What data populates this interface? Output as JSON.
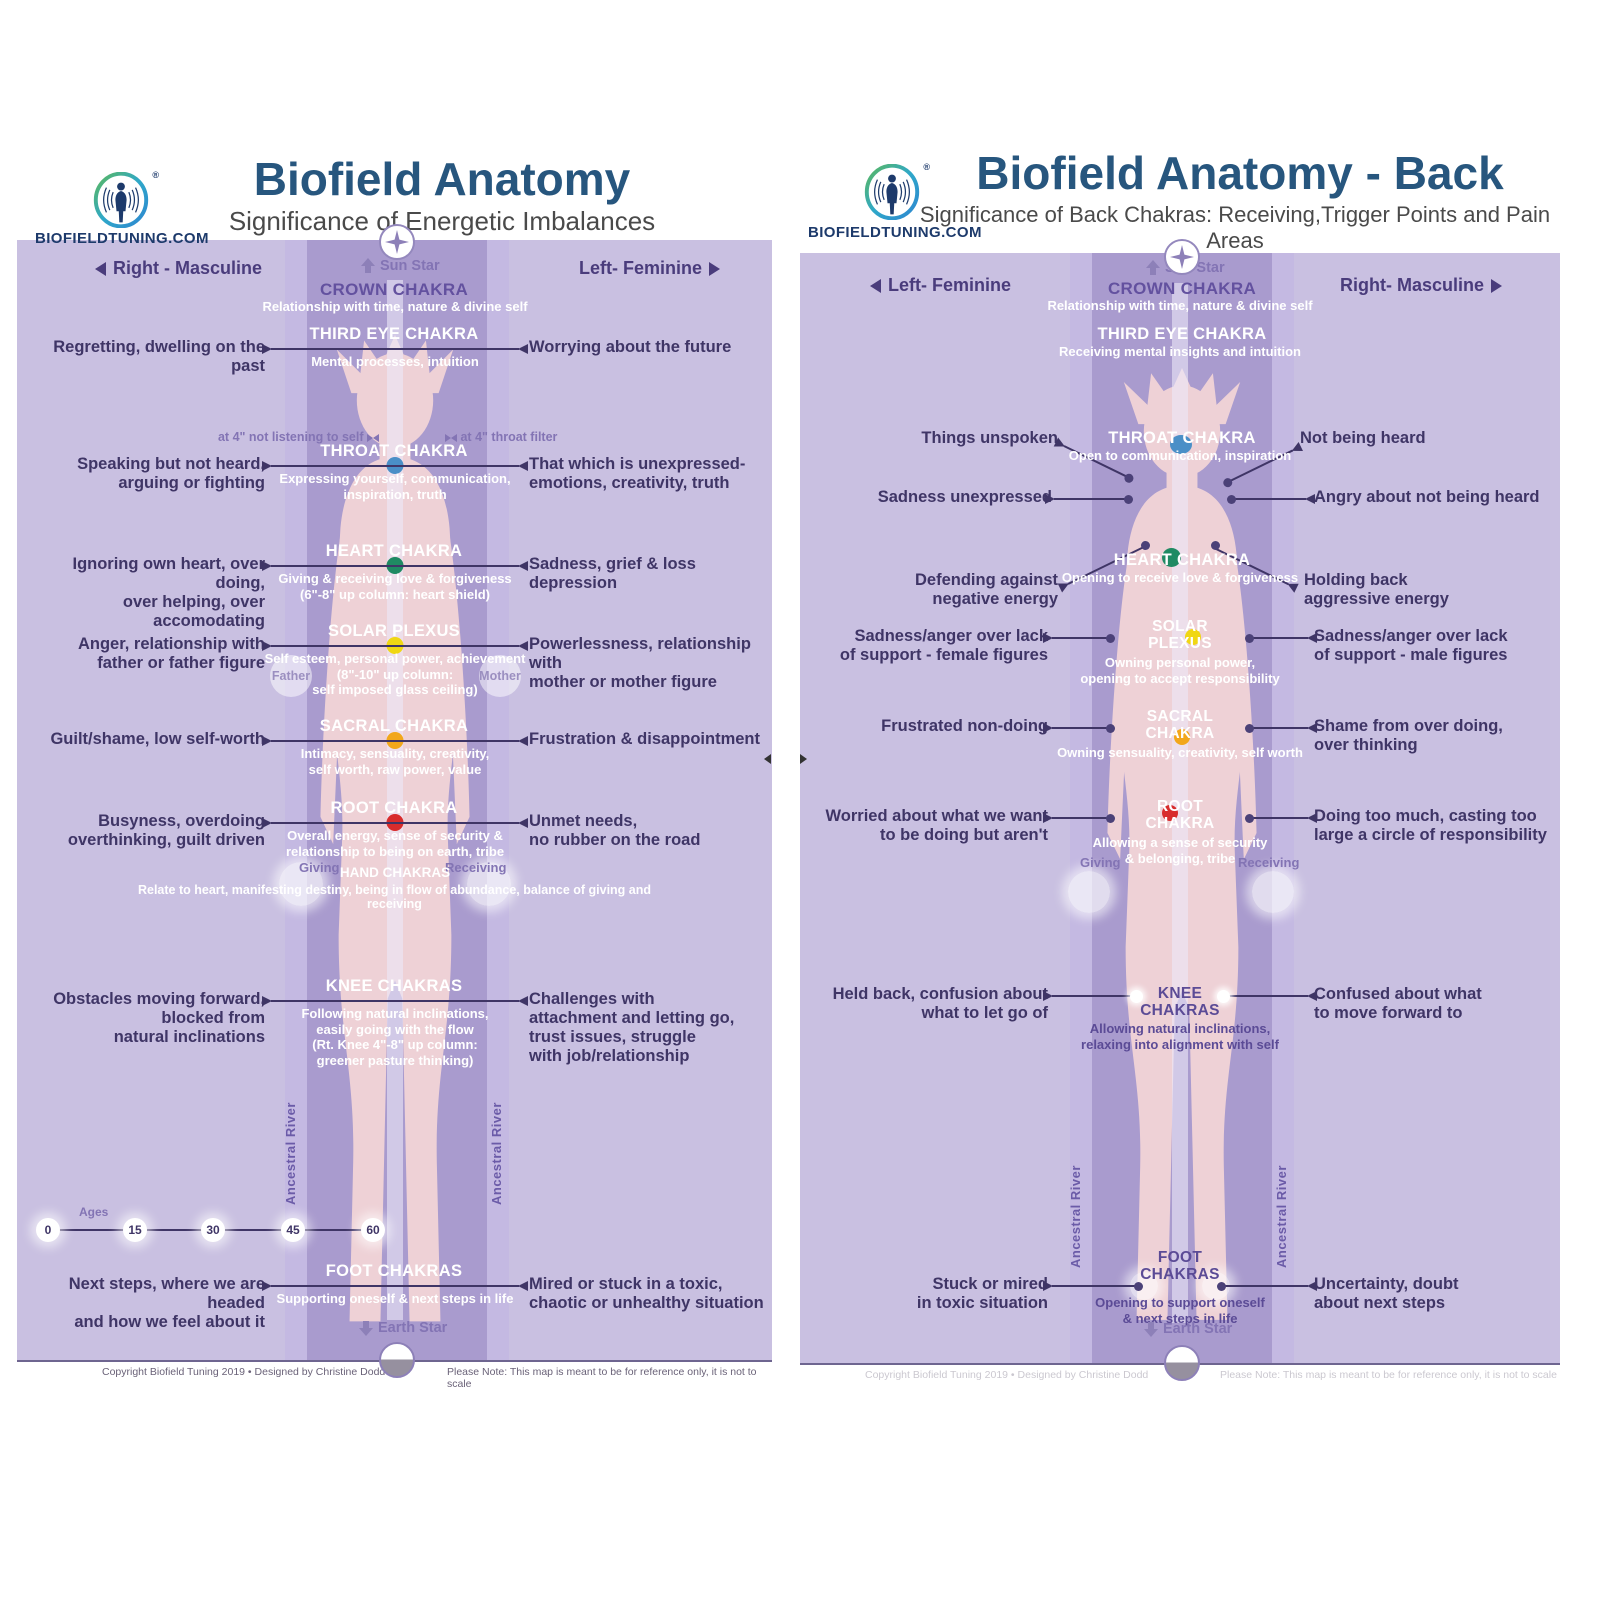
{
  "front": {
    "logo_text": "BIOFIELDTUNING.COM",
    "logo_reg": "®",
    "title": "Biofield Anatomy",
    "subtitle": "Significance of Energetic Imbalances",
    "dir_left": "Right - Masculine",
    "dir_right": "Left- Feminine",
    "sun_star": "Sun Star",
    "earth_star": "Earth Star",
    "crown": {
      "name": "CROWN CHAKRA",
      "desc": "Relationship with time, nature & divine self"
    },
    "at4_left": "at 4\" not listening to self",
    "at4_right": "at 4\" throat filter",
    "father": "Father",
    "mother": "Mother",
    "rows": [
      {
        "name": "THIRD EYE CHAKRA",
        "desc": "Mental processes, intuition",
        "left": "Regretting, dwelling on the past",
        "right": "Worrying about the future"
      },
      {
        "name": "THROAT CHAKRA",
        "desc": "Expressing yourself, communication,\ninspiration, truth",
        "left": "Speaking but not heard,\narguing or fighting",
        "right": "That which is unexpressed-\nemotions, creativity, truth",
        "dot": "#4a8fc7"
      },
      {
        "name": "HEART CHAKRA",
        "desc": "Giving & receiving love & forgiveness\n(6\"-8\" up column: heart shield)",
        "left": "Ignoring own heart, over doing,\nover helping, over accomodating",
        "right": "Sadness, grief & loss depression",
        "dot": "#1f8a63"
      },
      {
        "name": "SOLAR PLEXUS",
        "desc": "Self esteem, personal power, achievement\n(8\"-10\" up column:\nself imposed glass ceiling)",
        "left": "Anger, relationship with\nfather or father figure",
        "right": "Powerlessness, relationship with\nmother or mother figure",
        "dot": "#f0d713"
      },
      {
        "name": "SACRAL CHAKRA",
        "desc": "Intimacy, sensuality, creativity,\nself worth, raw power, value",
        "left": "Guilt/shame, low self-worth",
        "right": "Frustration & disappointment",
        "dot": "#f2a71b"
      },
      {
        "name": "ROOT CHAKRA",
        "desc": "Overall energy, sense of security &\nrelationship to being on earth, tribe",
        "left": "Busyness, overdoing\noverthinking, guilt driven",
        "right": "Unmet needs,\nno rubber on the road",
        "dot": "#d82c2c"
      },
      {
        "name": "KNEE CHAKRAS",
        "desc": "Following natural inclinations,\neasily going with the flow\n(Rt. Knee 4\"-8\" up column:\ngreener pasture thinking)",
        "left": "Obstacles moving forward,\nblocked from\nnatural inclinations",
        "right": "Challenges with\nattachment and letting go,\ntrust issues, struggle\nwith job/relationship"
      },
      {
        "name": "FOOT CHAKRAS",
        "desc": "Supporting oneself & next steps in life",
        "left": "Next steps, where we are headed\nand how we feel about it",
        "right": "Mired or stuck in a toxic,\nchaotic or unhealthy situation"
      }
    ],
    "hand": {
      "giving": "Giving",
      "label": "HAND CHAKRAS",
      "receiving": "Receiving",
      "desc": "Relate to heart, manifesting destiny, being in flow of abundance, balance of giving and receiving"
    },
    "ages": {
      "label": "Ages",
      "values": [
        "0",
        "15",
        "30",
        "45",
        "60"
      ]
    },
    "ancestral_river": "Ancestral River",
    "footer": {
      "copyright": "Copyright Biofield Tuning 2019  •  Designed by Christine Dodd",
      "note": "Please Note: This map is meant to be for reference only, it is not to scale"
    }
  },
  "back": {
    "logo_text": "BIOFIELDTUNING.COM",
    "logo_reg": "®",
    "title": "Biofield Anatomy - Back",
    "subtitle": "Significance of Back Chakras: Receiving,Trigger Points and Pain Areas",
    "dir_left": "Left- Feminine",
    "dir_right": "Right- Masculine",
    "sun_star": "Sun Star",
    "earth_star": "Earth Star",
    "crown": {
      "name": "CROWN CHAKRA",
      "desc": "Relationship with time, nature & divine self"
    },
    "third_eye": {
      "name": "THIRD EYE CHAKRA",
      "desc": "Receiving mental insights and intuition"
    },
    "throat": {
      "name": "THROAT CHAKRA",
      "desc": "Open to communication, inspiration",
      "left": "Things unspoken",
      "right": "Not being heard"
    },
    "unexpressed": {
      "left": "Sadness unexpressed",
      "right": "Angry about not being heard"
    },
    "heart": {
      "name": "HEART CHAKRA",
      "desc": "Opening to receive love & forgiveness",
      "left": "Defending against\nnegative energy",
      "right": "Holding back\naggressive energy"
    },
    "solar": {
      "name": "SOLAR\nPLEXUS",
      "desc": "Owning personal power,\nopening to accept responsibility",
      "left": "Sadness/anger over lack\nof support - female figures",
      "right": "Sadness/anger over lack\nof support - male figures"
    },
    "sacral": {
      "name": "SACRAL\nCHAKRA",
      "desc": "Owning sensuality, creativity, self worth",
      "left": "Frustrated non-doing",
      "right": "Shame from over doing,\nover thinking"
    },
    "root": {
      "name": "ROOT\nCHAKRA",
      "desc": "Allowing a sense of security\n& belonging, tribe",
      "left": "Worried about what we want\nto be doing but aren't",
      "right": "Doing too much, casting too\nlarge a circle of responsibility"
    },
    "giving": "Giving",
    "receiving": "Receiving",
    "knee": {
      "name": "KNEE\nCHAKRAS",
      "desc": "Allowing natural inclinations,\nrelaxing into alignment with self",
      "left": "Held back, confusion about\nwhat to let go of",
      "right": "Confused about what\nto move forward to"
    },
    "foot": {
      "name": "FOOT\nCHAKRAS",
      "desc": "Opening to support oneself\n& next steps in life",
      "left": "Stuck or mired\nin toxic situation",
      "right": "Uncertainty, doubt\nabout next steps"
    },
    "ancestral_river": "Ancestral River",
    "footer": {
      "copyright": "Copyright Biofield Tuning 2019  •  Designed by Christine Dodd",
      "note": "Please Note: This map is meant to be for reference only, it is not to scale"
    }
  },
  "colors": {
    "throat": "#4a8fc7",
    "heart": "#1f8a63",
    "solar": "#f0d713",
    "sacral": "#f2a71b",
    "root": "#d82c2c",
    "line": "#3f3566",
    "panel": "#c9c0e1",
    "title_blue": "#27567e"
  }
}
